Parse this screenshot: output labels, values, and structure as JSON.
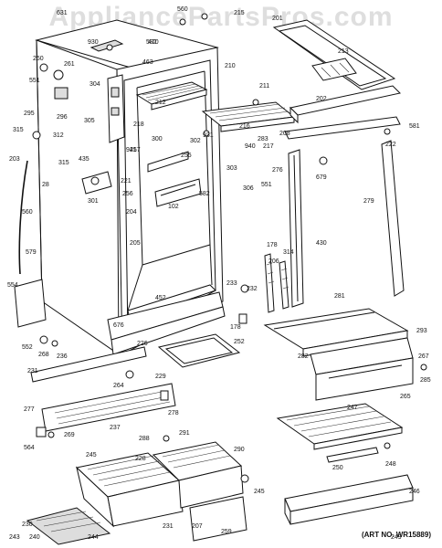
{
  "watermark": "AppliancePartsPros.com",
  "art_number": "(ART NO. WR15889)",
  "part_labels": [
    "631",
    "560",
    "215",
    "201",
    "930",
    "582",
    "470",
    "213",
    "260",
    "261",
    "551",
    "463",
    "210",
    "304",
    "295",
    "296",
    "305",
    "211",
    "315",
    "312",
    "218",
    "212",
    "216",
    "581",
    "202",
    "222",
    "931",
    "941",
    "300",
    "302",
    "283",
    "217",
    "208",
    "203",
    "315",
    "435",
    "257",
    "255",
    "940",
    "679",
    "301",
    "28",
    "221",
    "256",
    "102",
    "582",
    "303",
    "306",
    "551",
    "276",
    "279",
    "560",
    "204",
    "205",
    "579",
    "430",
    "178",
    "314",
    "206",
    "233",
    "232",
    "554",
    "452",
    "281",
    "676",
    "178",
    "252",
    "293",
    "282",
    "552",
    "226",
    "229",
    "267",
    "285",
    "268",
    "236",
    "231",
    "264",
    "265",
    "277",
    "278",
    "237",
    "291",
    "269",
    "288",
    "247",
    "564",
    "245",
    "228",
    "290",
    "245",
    "250",
    "248",
    "246",
    "230",
    "231",
    "207",
    "259",
    "244",
    "249",
    "243",
    "240"
  ]
}
